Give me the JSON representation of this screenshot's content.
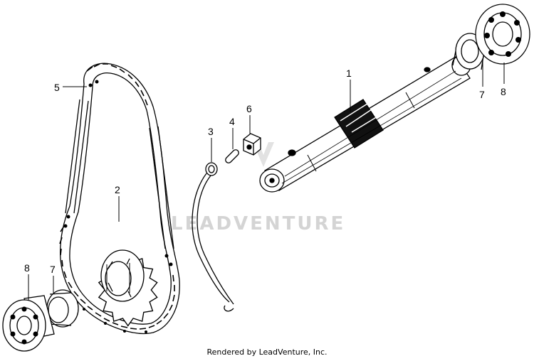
{
  "diagram": {
    "watermark": "LEADVENTURE",
    "footer": "Rendered by LeadVenture, Inc.",
    "callouts": [
      {
        "id": "c1",
        "label": "1"
      },
      {
        "id": "c2",
        "label": "2"
      },
      {
        "id": "c3",
        "label": "3"
      },
      {
        "id": "c4",
        "label": "4"
      },
      {
        "id": "c5",
        "label": "5"
      },
      {
        "id": "c6",
        "label": "6"
      },
      {
        "id": "c7r",
        "label": "7"
      },
      {
        "id": "c8r",
        "label": "8"
      },
      {
        "id": "c7l",
        "label": "7"
      },
      {
        "id": "c8l",
        "label": "8"
      }
    ]
  }
}
